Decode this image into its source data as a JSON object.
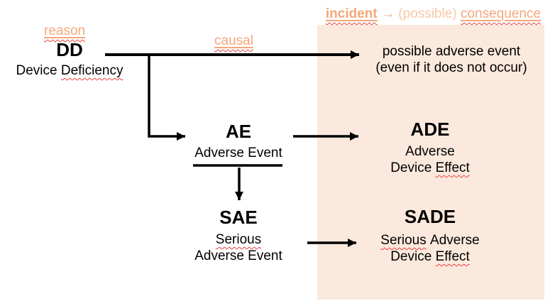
{
  "colors": {
    "panel_bg": "#FBE9DD",
    "accent": "#F4A77B",
    "accent_light": "#F8C9A8",
    "squiggle": "#E5413E",
    "line": "#000000"
  },
  "header": {
    "incident": "incident",
    "arrow_glyph": "→",
    "possible": "(possible)",
    "consequence": "consequence"
  },
  "edge_labels": {
    "reason": "reason",
    "causal": "causal"
  },
  "nodes": {
    "dd": {
      "abbr": "DD",
      "name_prefix": "Device",
      "name_squiggle": "Deficiency"
    },
    "ae": {
      "abbr": "AE",
      "name": "Adverse Event"
    },
    "sae": {
      "abbr": "SAE",
      "name_line1": "Serious",
      "name_line2": "Adverse Event"
    },
    "possible_adverse": {
      "line1": "possible adverse event",
      "line2": "(even if it does not occur)"
    },
    "ade": {
      "abbr": "ADE",
      "name_line1": "Adverse",
      "name_line2_prefix": "Device",
      "name_line2_squiggle": "Effect"
    },
    "sade": {
      "abbr": "SADE",
      "name_line1_squiggle": "Serious",
      "name_line1_rest": "Adverse",
      "name_line2_prefix": "Device",
      "name_line2_squiggle": "Effect"
    }
  }
}
